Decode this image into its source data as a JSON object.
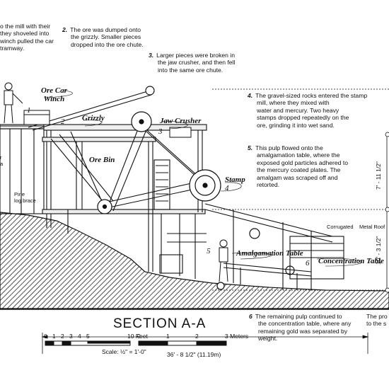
{
  "notes": [
    {
      "id": "n1",
      "num": "",
      "lines": [
        "o the mill with their",
        "they shoveled into",
        "winch pulled the car",
        "tramway."
      ]
    },
    {
      "id": "n2",
      "num": "2.",
      "lines": [
        "The ore was dumped onto",
        "the grizzly.  Smaller pieces",
        "dropped into the ore chute."
      ]
    },
    {
      "id": "n3",
      "num": "3.",
      "lines": [
        "Larger pieces were broken in",
        "the jaw crusher, and then fell",
        "into the same ore chute."
      ]
    },
    {
      "id": "n4",
      "num": "4.",
      "lines": [
        "The gravel-sized rocks entered the stamp",
        "mill, where they mixed with",
        "water and mercury.  Two heavy",
        "stamps dropped repeatedly on the",
        "ore, grinding it into wet sand."
      ]
    },
    {
      "id": "n5",
      "num": "5.",
      "lines": [
        "This pulp flowed onto the",
        "amalgamation table, where the",
        "exposed gold particles adhered to",
        "the mercury coated plates.  The",
        "amalgam was scraped off and",
        "retorted."
      ]
    },
    {
      "id": "n6",
      "num": "6",
      "lines": [
        "The remaining pulp continued to",
        "the concentration table, where any",
        "remaining gold was separated by",
        "weight."
      ]
    },
    {
      "id": "n7",
      "num": "",
      "lines": [
        "The pro",
        "to the s"
      ]
    }
  ],
  "callouts": {
    "ore_car_winch": [
      "Ore Car",
      "Winch"
    ],
    "grizzly": "Grizzly",
    "jaw_crusher": "Jaw Crusher",
    "ore_bin": "Ore Bin",
    "stamp": "Stamp",
    "amalgamation_table": "Amalgamation Table",
    "concentration_table": "Concentration Table"
  },
  "callout_numbers": {
    "n1": "1",
    "n2": "2",
    "n3": "3",
    "n4": "4",
    "n5": "5",
    "n6": "6"
  },
  "labels": {
    "pine_log_brace": [
      "Pine",
      "log brace"
    ],
    "corrugated": "Corrugated",
    "metal_roof": "Metal Roof",
    "left_fragment": [
      "r",
      "a"
    ]
  },
  "section_title": "SECTION  A-A",
  "scale": {
    "feet_ticks": [
      "0",
      "1",
      "2",
      "3",
      "4",
      "5"
    ],
    "feet_end": "10 Feet",
    "meter_ticks": [
      "0",
      "1",
      "2"
    ],
    "meter_end": "3 Meters",
    "scale_text": "Scale:  ½\" = 1'-0\""
  },
  "dimensions": {
    "overall": "36' - 8 1/2\"  (11.19m)",
    "upper_height": "7' - 11 1/2\"",
    "lower_height": "10' - 3 1/2\""
  }
}
